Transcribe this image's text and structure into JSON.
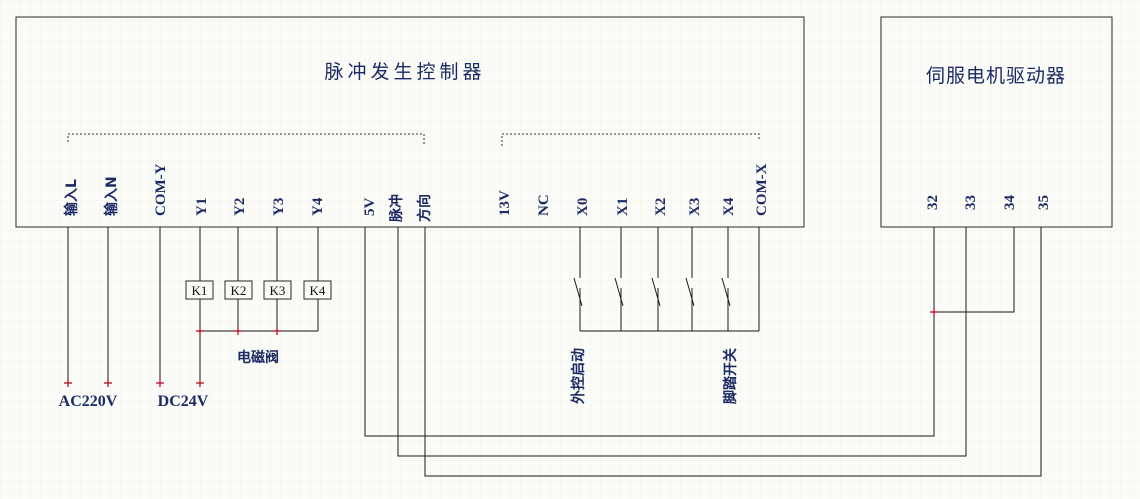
{
  "controller": {
    "title": "脉冲发生控制器",
    "pins_left": [
      "输入L",
      "输入N",
      "COM-Y",
      "Y1",
      "Y2",
      "Y3",
      "Y4",
      "5V",
      "脉冲",
      "方向"
    ],
    "pins_right": [
      "13V",
      "NC",
      "X0",
      "X1",
      "X2",
      "X3",
      "X4",
      "COM-X"
    ]
  },
  "driver": {
    "title": "伺服电机驱动器",
    "pins": [
      "32",
      "33",
      "34",
      "35"
    ]
  },
  "relays": [
    "K1",
    "K2",
    "K3",
    "K4"
  ],
  "labels": {
    "ac": "AC220V",
    "dc": "DC24V",
    "solenoid": "电磁阀",
    "external_start": "外控启动",
    "foot_switch": "脚踏开关"
  },
  "colors": {
    "text": "#1c2a66",
    "wire": "#1a1a1a",
    "node": "#b3001b",
    "background": "#fbfbf7"
  }
}
